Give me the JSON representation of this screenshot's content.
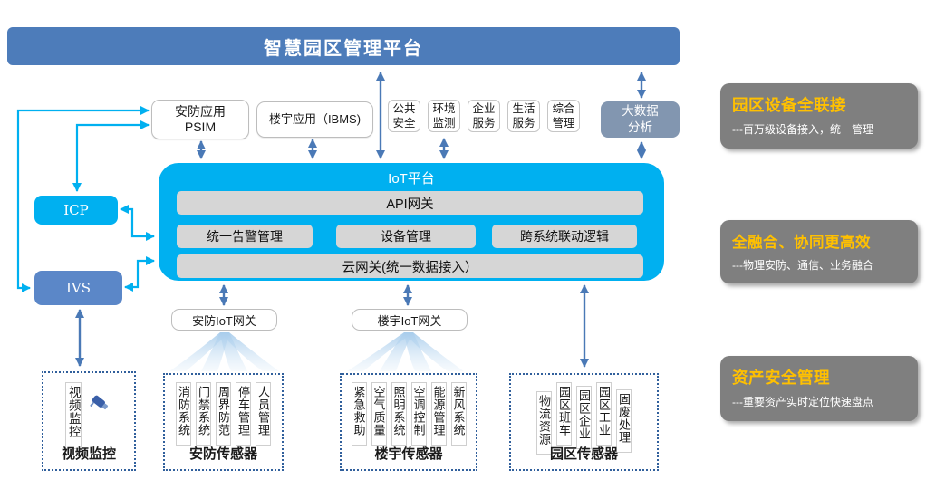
{
  "banner": {
    "title": "智慧园区管理平台"
  },
  "app_layer": {
    "psim": {
      "line1": "安防应用",
      "line2": "PSIM"
    },
    "ibms": "楼宇应用（IBMS)",
    "services": [
      "公共安全",
      "环境监测",
      "企业服务",
      "生活服务",
      "综合管理"
    ],
    "big_data": {
      "line1": "大数据",
      "line2": "分析"
    }
  },
  "iot_platform": {
    "title": "IoT平台",
    "api_gateway": "API网关",
    "modules": [
      "统一告警管理",
      "设备管理",
      "跨系统联动逻辑"
    ],
    "cloud_gateway": "云网关(统一数据接入）"
  },
  "left_nodes": {
    "icp": "ICP",
    "ivs": "IVS"
  },
  "gateways": {
    "security": "安防IoT网关",
    "building": "楼宇IoT网关"
  },
  "sensor_groups": [
    {
      "label": "视频监控",
      "items": [
        "视频监控"
      ],
      "icon": "camera-icon"
    },
    {
      "label": "安防传感器",
      "items": [
        "消防系统",
        "门禁系统",
        "周界防范",
        "停车管理",
        "人员管理"
      ]
    },
    {
      "label": "楼宇传感器",
      "items": [
        "紧急救助",
        "空气质量",
        "照明系统",
        "空调控制",
        "能源管理",
        "新风系统"
      ]
    },
    {
      "label": "园区传感器",
      "items": [
        "物流资源",
        "园区班车",
        "园区企业",
        "园区工业",
        "固废处理"
      ]
    }
  ],
  "highlights": [
    {
      "title": "园区设备全联接",
      "desc": "---百万级设备接入，统一管理"
    },
    {
      "title": "全融合、协同更高效",
      "desc": "---物理安防、通信、业务融合"
    },
    {
      "title": "资产安全管理",
      "desc": "---重要资产实时定位快速盘点"
    }
  ],
  "colors": {
    "banner_blue": "#4d7cba",
    "cyan": "#00b0f0",
    "node_blue": "#5b87c8",
    "bigdata_slate": "#8296b0",
    "bar_gray": "#d6d6d6",
    "panel_gray": "#7f7f7f",
    "highlight_orange": "#ffc000",
    "arrow_blue": "#4a79b6",
    "dashed_border": "#31609c"
  }
}
